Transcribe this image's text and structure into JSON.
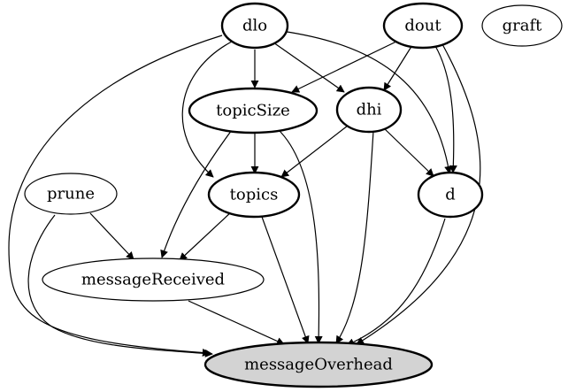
{
  "nodes": {
    "dlo": "dlo",
    "dout": "dout",
    "graft": "graft",
    "topicSize": "topicSize",
    "dhi": "dhi",
    "prune": "prune",
    "topics": "topics",
    "d": "d",
    "messageReceived": "messageReceived",
    "messageOverhead": "messageOverhead"
  },
  "edges": [
    [
      "dlo",
      "topicSize"
    ],
    [
      "dlo",
      "dhi"
    ],
    [
      "dlo",
      "topics"
    ],
    [
      "dlo",
      "d"
    ],
    [
      "dlo",
      "messageOverhead"
    ],
    [
      "dout",
      "topicSize"
    ],
    [
      "dout",
      "dhi"
    ],
    [
      "dout",
      "d"
    ],
    [
      "dout",
      "messageOverhead"
    ],
    [
      "topicSize",
      "topics"
    ],
    [
      "topicSize",
      "messageReceived"
    ],
    [
      "topicSize",
      "messageOverhead"
    ],
    [
      "dhi",
      "topics"
    ],
    [
      "dhi",
      "d"
    ],
    [
      "dhi",
      "messageOverhead"
    ],
    [
      "prune",
      "messageReceived"
    ],
    [
      "prune",
      "messageOverhead"
    ],
    [
      "topics",
      "messageReceived"
    ],
    [
      "topics",
      "messageOverhead"
    ],
    [
      "d",
      "messageOverhead"
    ],
    [
      "messageReceived",
      "messageOverhead"
    ]
  ],
  "colors": {
    "stroke": "#000000",
    "background": "#ffffff",
    "highlight_fill": "#d3d3d3"
  }
}
